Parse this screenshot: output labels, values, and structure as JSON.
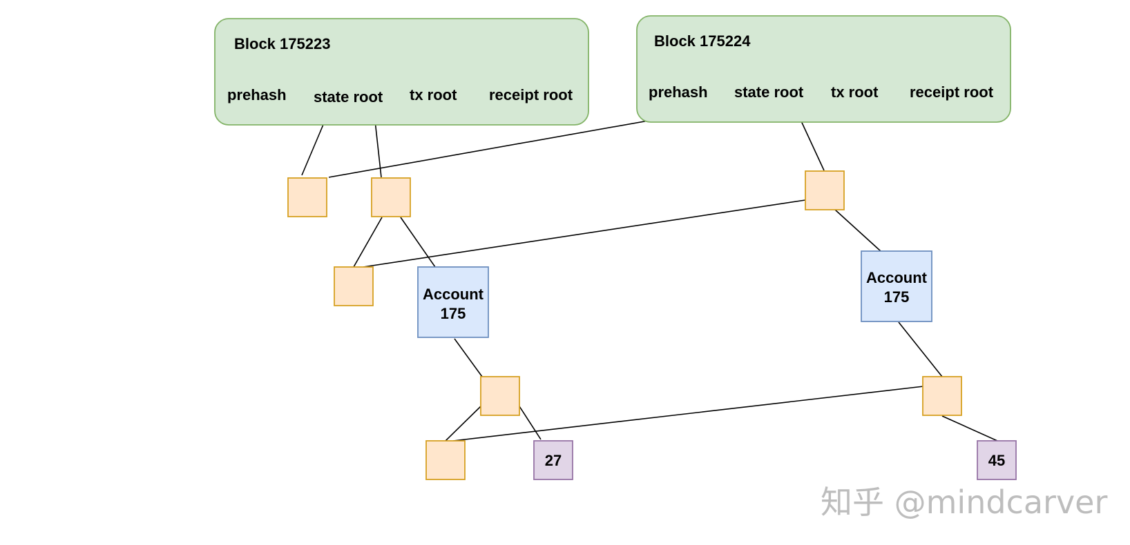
{
  "blocks": [
    {
      "title": "Block 175223",
      "fields": [
        "prehash",
        "state root",
        "tx root",
        "receipt root"
      ]
    },
    {
      "title": "Block 175224",
      "fields": [
        "prehash",
        "state root",
        "tx root",
        "receipt root"
      ]
    }
  ],
  "accounts": [
    {
      "line1": "Account",
      "line2": "175"
    },
    {
      "line1": "Account",
      "line2": "175"
    }
  ],
  "values": [
    "27",
    "45"
  ],
  "watermark": "知乎 @mindcarver",
  "colors": {
    "block_fill": "#d5e8d4",
    "block_stroke": "#82b366",
    "node_fill": "#ffe6cc",
    "node_stroke": "#d6a021",
    "account_fill": "#dae8fc",
    "account_stroke": "#6c8ebf",
    "value_fill": "#e1d5e7",
    "value_stroke": "#9673a6"
  }
}
